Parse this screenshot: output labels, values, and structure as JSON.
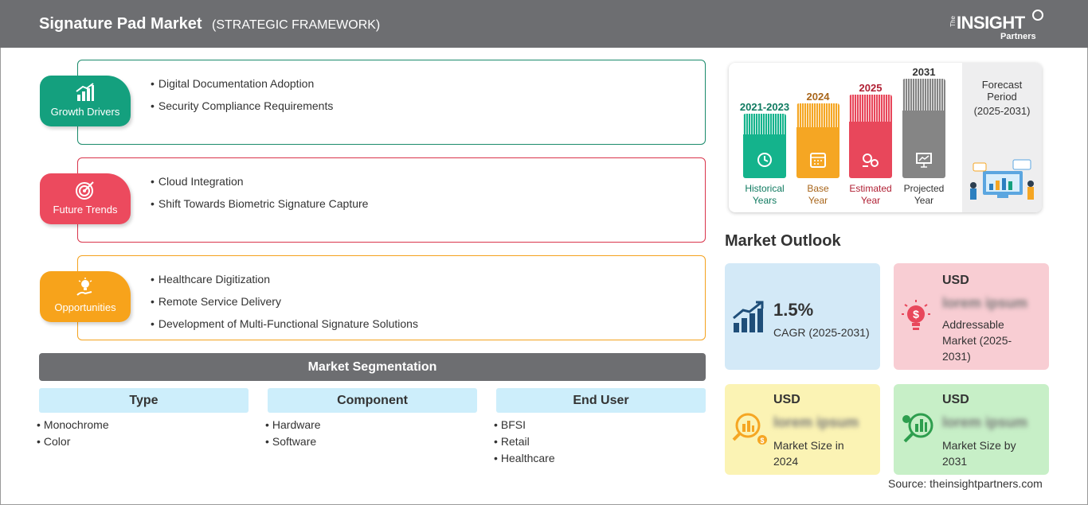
{
  "header": {
    "title": "Signature Pad Market",
    "subtitle": "(STRATEGIC FRAMEWORK)",
    "logo": {
      "the": "The",
      "insight": "INSIGHT",
      "partners": "Partners"
    }
  },
  "framework": [
    {
      "tag": "Growth Drivers",
      "icon": "growth-chart-icon",
      "color": "#14a07e",
      "items": [
        "Digital Documentation Adoption",
        "Security Compliance Requirements"
      ]
    },
    {
      "tag": "Future Trends",
      "icon": "target-icon",
      "color": "#ec4a5e",
      "items": [
        "Cloud Integration",
        "Shift Towards Biometric Signature Capture"
      ]
    },
    {
      "tag": "Opportunities",
      "icon": "idea-hand-icon",
      "color": "#f7a31b",
      "items": [
        "Healthcare Digitization",
        "Remote Service Delivery",
        "Development of Multi-Functional Signature Solutions"
      ]
    }
  ],
  "segmentation": {
    "title": "Market Segmentation",
    "columns": [
      {
        "head": "Type",
        "items": [
          "Monochrome",
          "Color"
        ]
      },
      {
        "head": "Component",
        "items": [
          "Hardware",
          "Software"
        ]
      },
      {
        "head": "End User",
        "items": [
          "BFSI",
          "Retail",
          "Healthcare"
        ]
      }
    ]
  },
  "forecast": {
    "bars": [
      {
        "year": "2021-2023",
        "label1": "Historical",
        "label2": "Years",
        "color": "#14b38c",
        "textColor": "#0f7a60",
        "icon": "history-icon"
      },
      {
        "year": "2024",
        "label1": "Base",
        "label2": "Year",
        "color": "#f5a623",
        "textColor": "#a8651a",
        "icon": "calendar-icon"
      },
      {
        "year": "2025",
        "label1": "Estimated",
        "label2": "Year",
        "color": "#e8475b",
        "textColor": "#b02034",
        "icon": "gears-icon"
      },
      {
        "year": "2031",
        "label1": "Projected",
        "label2": "Year",
        "color": "#858585",
        "textColor": "#333333",
        "icon": "presentation-icon"
      }
    ],
    "side": {
      "line1": "Forecast",
      "line2": "Period",
      "line3": "(2025-2031)"
    }
  },
  "outlook": {
    "title": "Market Outlook",
    "cagr": {
      "value": "1.5%",
      "label": "CAGR (2025-2031)",
      "bg": "#d3e9f7",
      "icon": "bar-growth-icon"
    },
    "addressable": {
      "usd": "USD",
      "value": "lorem ipsum",
      "label": "Addressable Market (2025-2031)",
      "bg": "#f8cdd3",
      "icon": "dollar-bulb-icon"
    },
    "size2024": {
      "usd": "USD",
      "value": "lorem ipsum",
      "label": "Market Size in 2024",
      "bg": "#fbf3b4",
      "icon": "coin-magnifier-icon"
    },
    "size2031": {
      "usd": "USD",
      "value": "lorem ipsum",
      "label": "Market Size by 2031",
      "bg": "#c7efc7",
      "icon": "chart-magnifier-icon"
    }
  },
  "source": "Source: theinsightpartners.com"
}
